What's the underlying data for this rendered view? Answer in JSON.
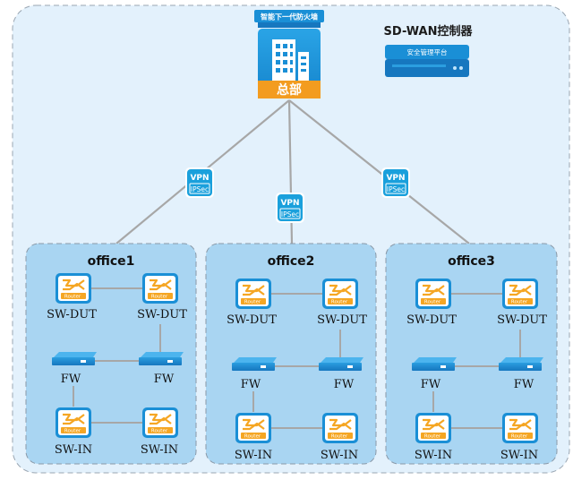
{
  "headquarters": {
    "firewall_banner": "智能下一代防火墙",
    "label": "总部"
  },
  "controller": {
    "title": "SD-WAN控制器",
    "device_label": "安全管理平台"
  },
  "vpn_badges": [
    {
      "top": "VPN",
      "bottom": "IPSec"
    },
    {
      "top": "VPN",
      "bottom": "IPSec"
    },
    {
      "top": "VPN",
      "bottom": "IPSec"
    }
  ],
  "offices": [
    {
      "name": "office1",
      "router_text": "Router",
      "labels": {
        "dut_left": "SW-DUT",
        "dut_right": "SW-DUT",
        "fw_left": "FW",
        "fw_right": "FW",
        "in_left": "SW-IN",
        "in_right": "SW-IN"
      }
    },
    {
      "name": "office2",
      "router_text": "Router",
      "labels": {
        "dut_left": "SW-DUT",
        "dut_right": "SW-DUT",
        "fw_left": "FW",
        "fw_right": "FW",
        "in_left": "SW-IN",
        "in_right": "SW-IN"
      }
    },
    {
      "name": "office3",
      "router_text": "Router",
      "labels": {
        "dut_left": "SW-DUT",
        "dut_right": "SW-DUT",
        "fw_left": "FW",
        "fw_right": "FW",
        "in_left": "SW-IN",
        "in_right": "SW-IN"
      }
    }
  ],
  "colors": {
    "outer_bg": "#e3f1fc",
    "office_bg": "#a9d5f2",
    "link": "#a7a7a7",
    "device_blue": "#1a8fd6",
    "router_orange": "#f5a623",
    "hq_orange": "#f39c1f"
  }
}
